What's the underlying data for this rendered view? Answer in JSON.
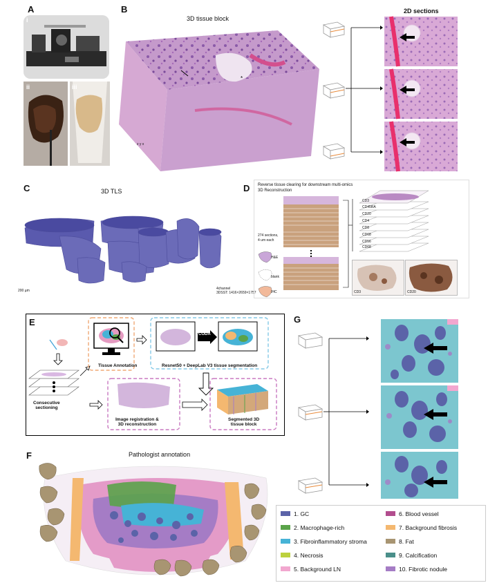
{
  "panels": {
    "A": {
      "label": "A",
      "sub_i": "i",
      "sub_ii": "ii",
      "sub_iii": "iii"
    },
    "B": {
      "label": "B",
      "title": "3D tissue block",
      "sections_title": "2D sections",
      "axis_label": "z y x"
    },
    "C": {
      "label": "C",
      "title": "3D TLS",
      "scale_label": "200 µm",
      "corner_text": "4channel\n3DSST: 1416×2659×1757"
    },
    "D": {
      "label": "D",
      "title_line1": "Reverse tissue clearing for downstream multi-omics",
      "title_line2": "3D Reconstruction",
      "sections_note_1": "274 sections,",
      "sections_note_2": "4 um each",
      "legend_he": "H&E",
      "legend_blank": "blank",
      "legend_ihc": "IHC",
      "stain_cd3": "CD3",
      "stain_cd20": "CD20",
      "layer_labels": [
        "CD3",
        "CD45RA",
        "CD20",
        "CD4",
        "CD8",
        "CD68",
        "CD56",
        "CD68"
      ]
    },
    "E": {
      "label": "E",
      "step_consecutive": "Consecutive\nsectioning",
      "step_annotation": "Tissue Annotation",
      "step_segmentation": "Resnet50 + DeepLab V3 tissue segmentation",
      "coda_label": "CODA",
      "step_registration": "Image registration &\n3D reconstruction",
      "step_segmented": "Segmented 3D\ntissue block"
    },
    "F": {
      "label": "F",
      "title": "Pathologist annotation"
    },
    "G": {
      "label": "G"
    }
  },
  "legend": {
    "items": [
      {
        "label": "1. GC",
        "color": "#5b63a8"
      },
      {
        "label": "2. Macrophage-rich",
        "color": "#5aa34a"
      },
      {
        "label": "3. Fibroinflammatory stroma",
        "color": "#46b3d6"
      },
      {
        "label": "4. Necrosis",
        "color": "#bcd13e"
      },
      {
        "label": "5. Background LN",
        "color": "#f2a7cf"
      },
      {
        "label": "6. Blood vessel",
        "color": "#b24d8e"
      },
      {
        "label": "7. Background fibrosis",
        "color": "#f4b870"
      },
      {
        "label": "8. Fat",
        "color": "#a89572"
      },
      {
        "label": "9. Calcification",
        "color": "#4a8f8a"
      },
      {
        "label": "10. Fibrotic nodule",
        "color": "#a57cc5"
      }
    ]
  },
  "colors": {
    "he_pink": "#c98ac3",
    "he_purple": "#7b4a9e",
    "tls_blue": "#6b6bb8",
    "seg_bg": "#7cc6cf",
    "arrow": "#000000"
  }
}
